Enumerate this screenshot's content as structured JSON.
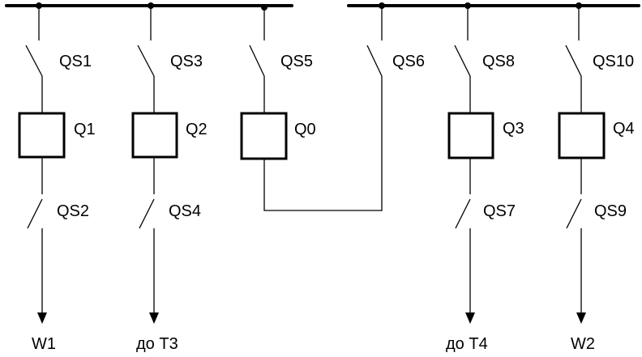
{
  "labels": {
    "qs1": "QS1",
    "qs2": "QS2",
    "qs3": "QS3",
    "qs4": "QS4",
    "qs5": "QS5",
    "qs6": "QS6",
    "qs7": "QS7",
    "qs8": "QS8",
    "qs9": "QS9",
    "qs10": "QS10",
    "q0": "Q0",
    "q1": "Q1",
    "q2": "Q2",
    "q3": "Q3",
    "q4": "Q4",
    "w1": "W1",
    "t3": "до T3",
    "t4": "до T4",
    "w2": "W2"
  }
}
